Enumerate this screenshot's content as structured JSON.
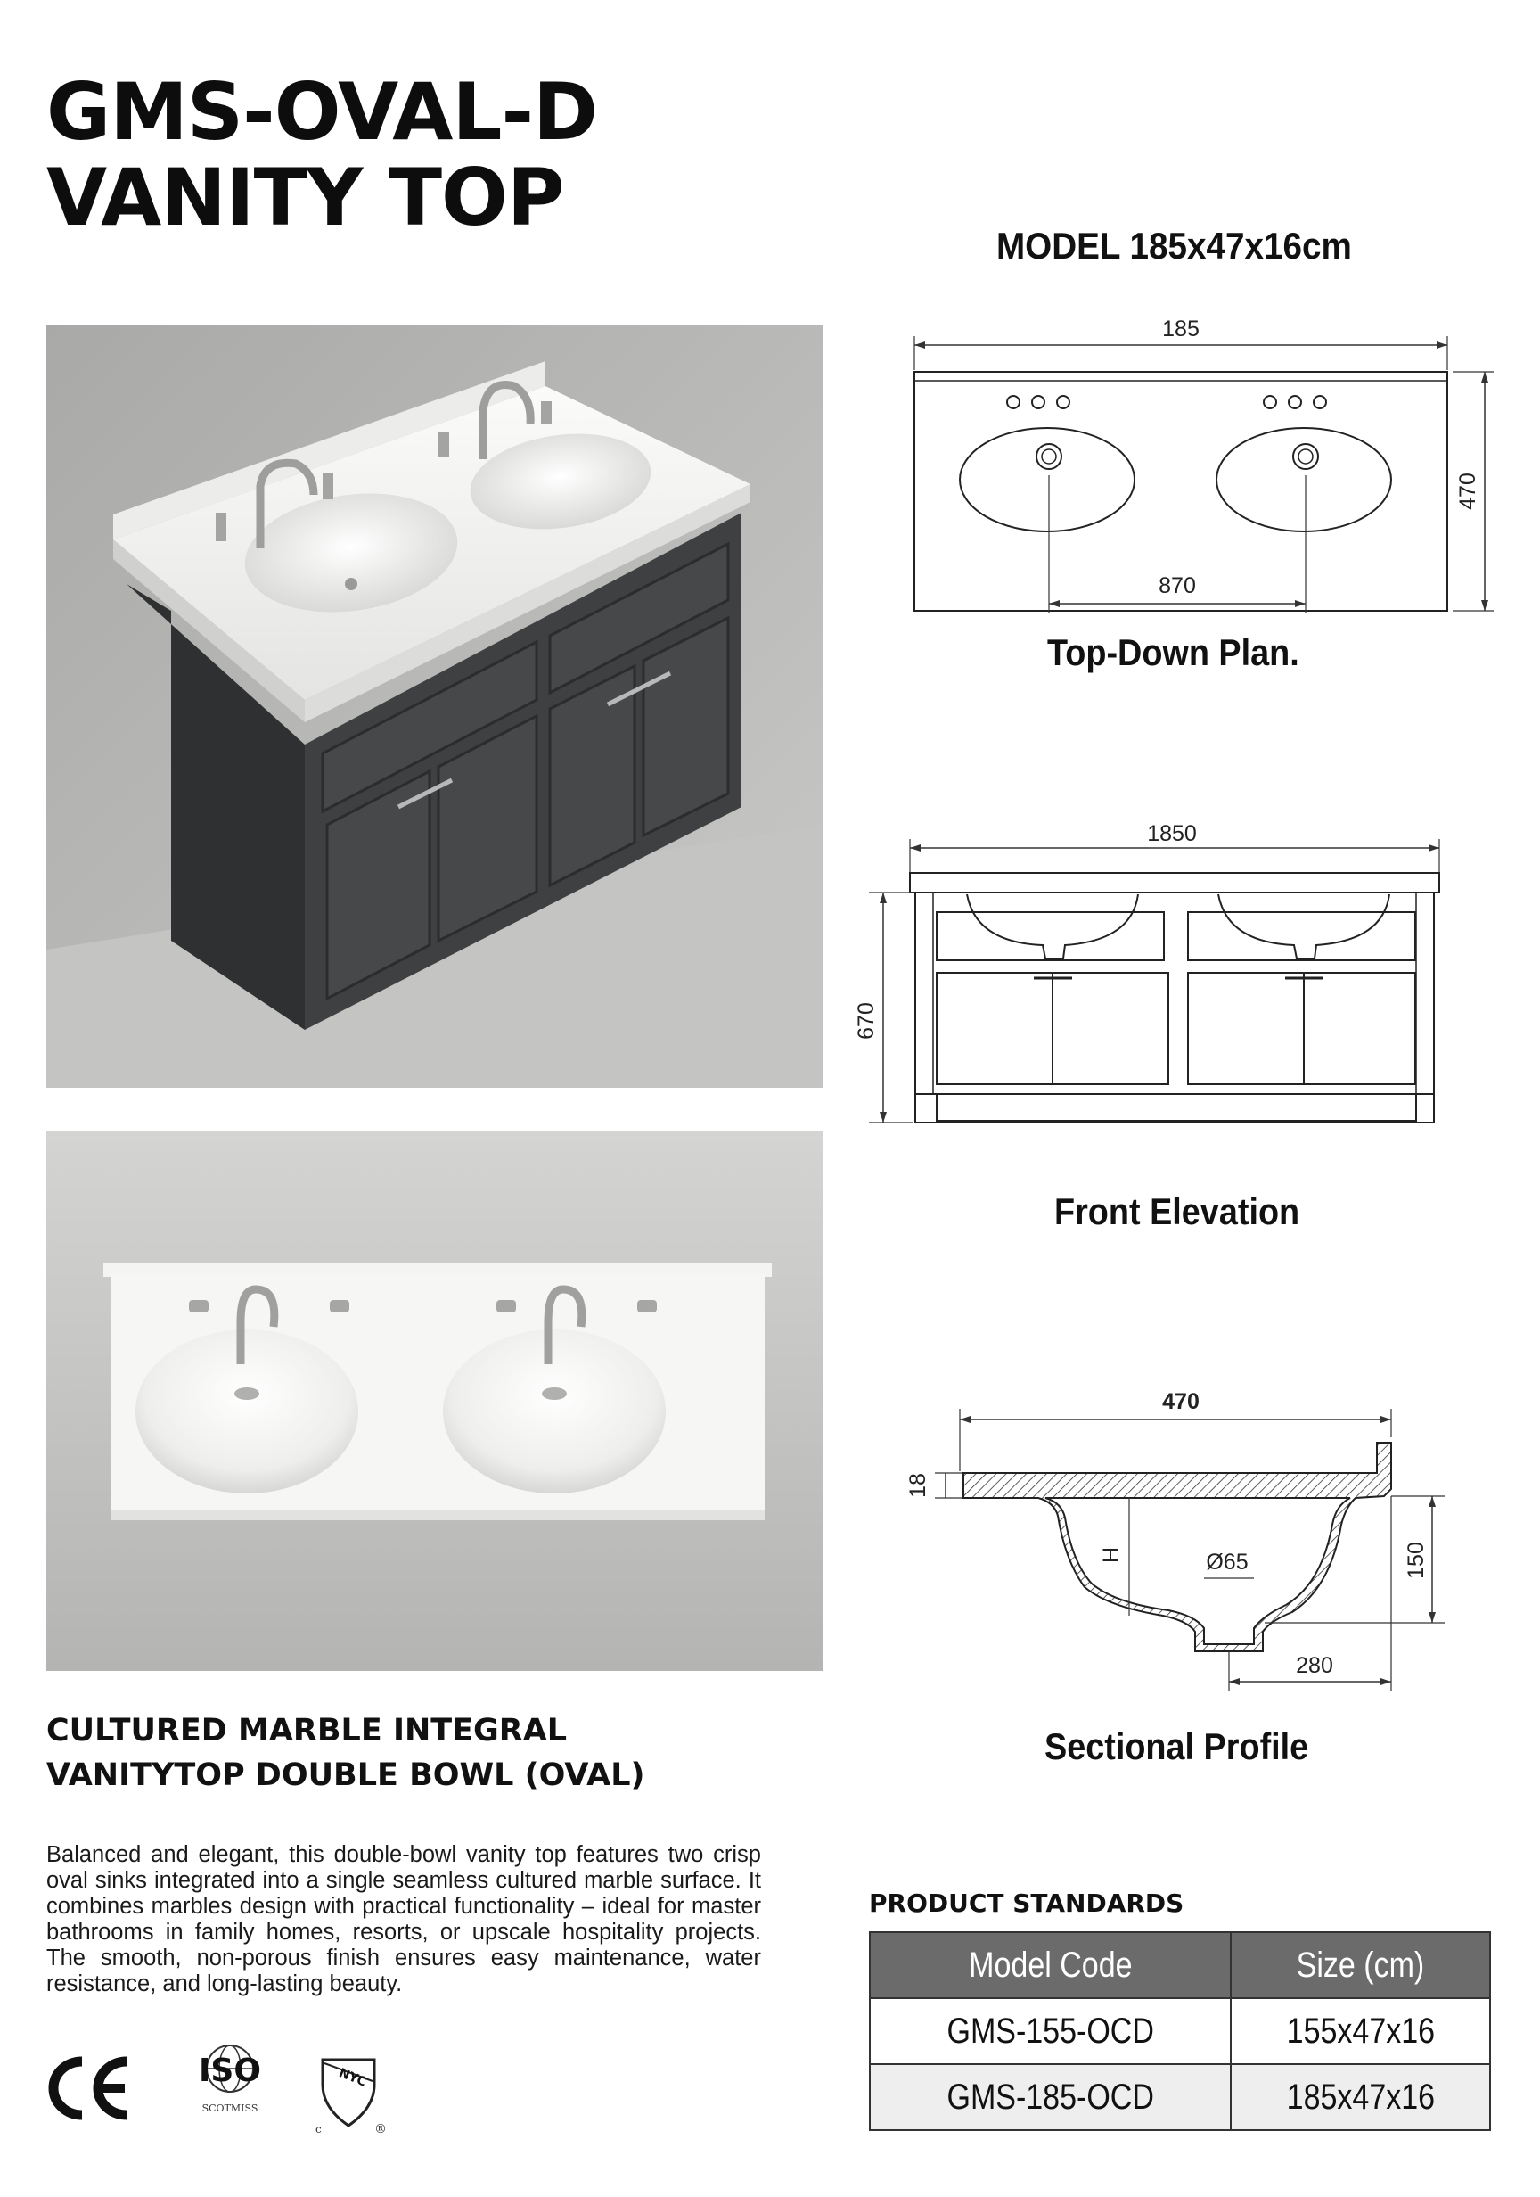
{
  "title": {
    "line1": "GMS-OVAL-D",
    "line2": "VANITY TOP"
  },
  "model_heading": "MODEL 185x47x16cm",
  "drawings": {
    "top_down": {
      "caption": "Top-Down Plan.",
      "dim_width": "185",
      "dim_depth": "470",
      "dim_centers": "870"
    },
    "front": {
      "caption": "Front Elevation",
      "dim_width": "1850",
      "dim_height": "670"
    },
    "section": {
      "caption": "Sectional Profile",
      "dim_width": "470",
      "dim_thickness": "18",
      "dim_depth": "150",
      "dim_h": "H",
      "dim_drain": "Ø65",
      "dim_bottom": "280"
    }
  },
  "subtitle": {
    "line1": "CULTURED MARBLE INTEGRAL",
    "line2": "VANITYTOP DOUBLE BOWL (OVAL)"
  },
  "description": "Balanced and elegant, this double-bowl vanity top features two crisp oval sinks integrated into a single seamless cultured marble surface. It combines marbles design with practical functionality – ideal for master bathrooms in family homes, resorts, or upscale hospitality projects. The smooth, non-porous finish ensures easy maintenance, water resistance, and long-lasting beauty.",
  "standards": {
    "heading": "PRODUCT STANDARDS",
    "headers": [
      "Model Code",
      "Size (cm)"
    ],
    "rows": [
      [
        "GMS-155-OCD",
        "155x47x16"
      ],
      [
        "GMS-185-OCD",
        "185x47x16"
      ]
    ]
  },
  "certifications": {
    "ce": "CE",
    "iso": "ISO",
    "iso_sub": "SCOTMISS",
    "nyc": "NYC",
    "nyc_c": "c",
    "nyc_r": "®"
  },
  "colors": {
    "cabinet": "#3e4042",
    "marble": "#f2f2f0",
    "wall": "#b9b9b7",
    "table_header": "#6b6b6b"
  }
}
